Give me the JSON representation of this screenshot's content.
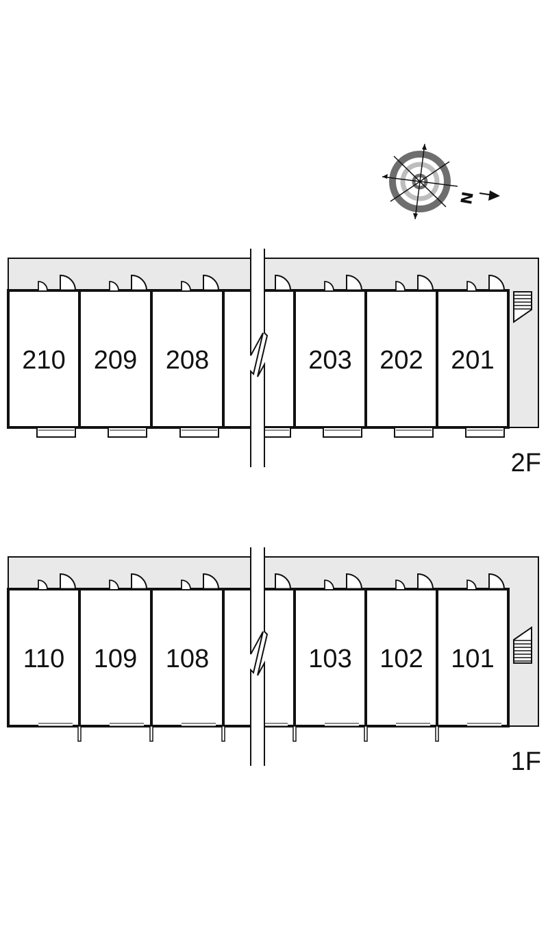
{
  "compass": {
    "north_label": "N",
    "icon": "compass-rose-icon"
  },
  "floors": [
    {
      "label": "2F",
      "units": [
        "210",
        "209",
        "208",
        "",
        "203",
        "202",
        "201"
      ],
      "stair_icon": "staircase-icon"
    },
    {
      "label": "1F",
      "units": [
        "110",
        "109",
        "108",
        "",
        "103",
        "102",
        "101"
      ],
      "stair_icon": "staircase-icon"
    }
  ],
  "colors": {
    "corridor": "#e9e9e9",
    "wall": "#111111",
    "compass_ring_dark": "#6e6e6e",
    "compass_ring_light": "#bdbdbd"
  }
}
